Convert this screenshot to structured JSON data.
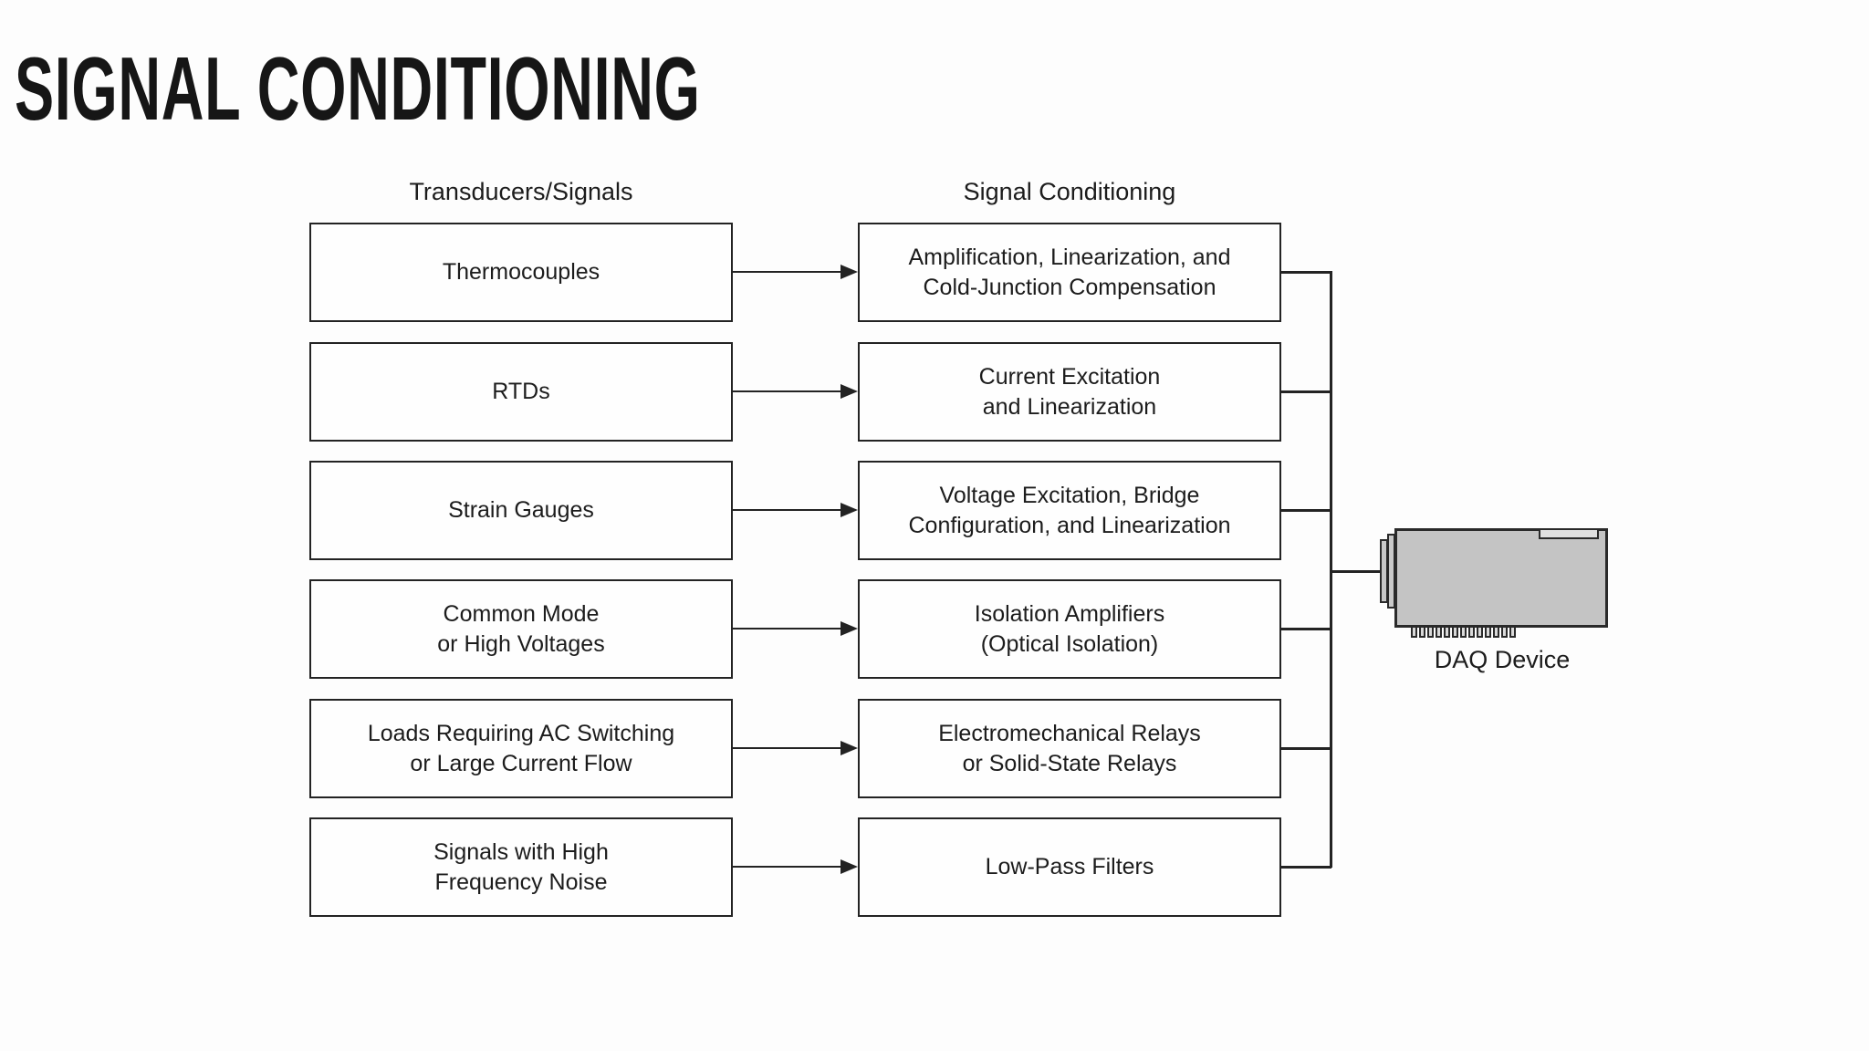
{
  "title": "SIGNAL CONDITIONING",
  "columns": {
    "left_header": "Transducers/Signals",
    "right_header": "Signal Conditioning"
  },
  "rows": [
    {
      "transducer": "Thermocouples",
      "conditioning": "Amplification, Linearization, and\nCold-Junction Compensation"
    },
    {
      "transducer": "RTDs",
      "conditioning": "Current Excitation\nand Linearization"
    },
    {
      "transducer": "Strain Gauges",
      "conditioning": "Voltage Excitation, Bridge\nConfiguration, and Linearization"
    },
    {
      "transducer": "Common Mode\nor High Voltages",
      "conditioning": "Isolation Amplifiers\n(Optical Isolation)"
    },
    {
      "transducer": "Loads Requiring AC Switching\nor Large Current Flow",
      "conditioning": "Electromechanical Relays\nor Solid-State Relays"
    },
    {
      "transducer": "Signals with High\nFrequency Noise",
      "conditioning": "Low-Pass Filters"
    }
  ],
  "daq": {
    "label": "DAQ Device"
  },
  "colors": {
    "line": "#232323",
    "daq_body": "#c4c4c4",
    "daq_accent": "#e0e0e0"
  }
}
